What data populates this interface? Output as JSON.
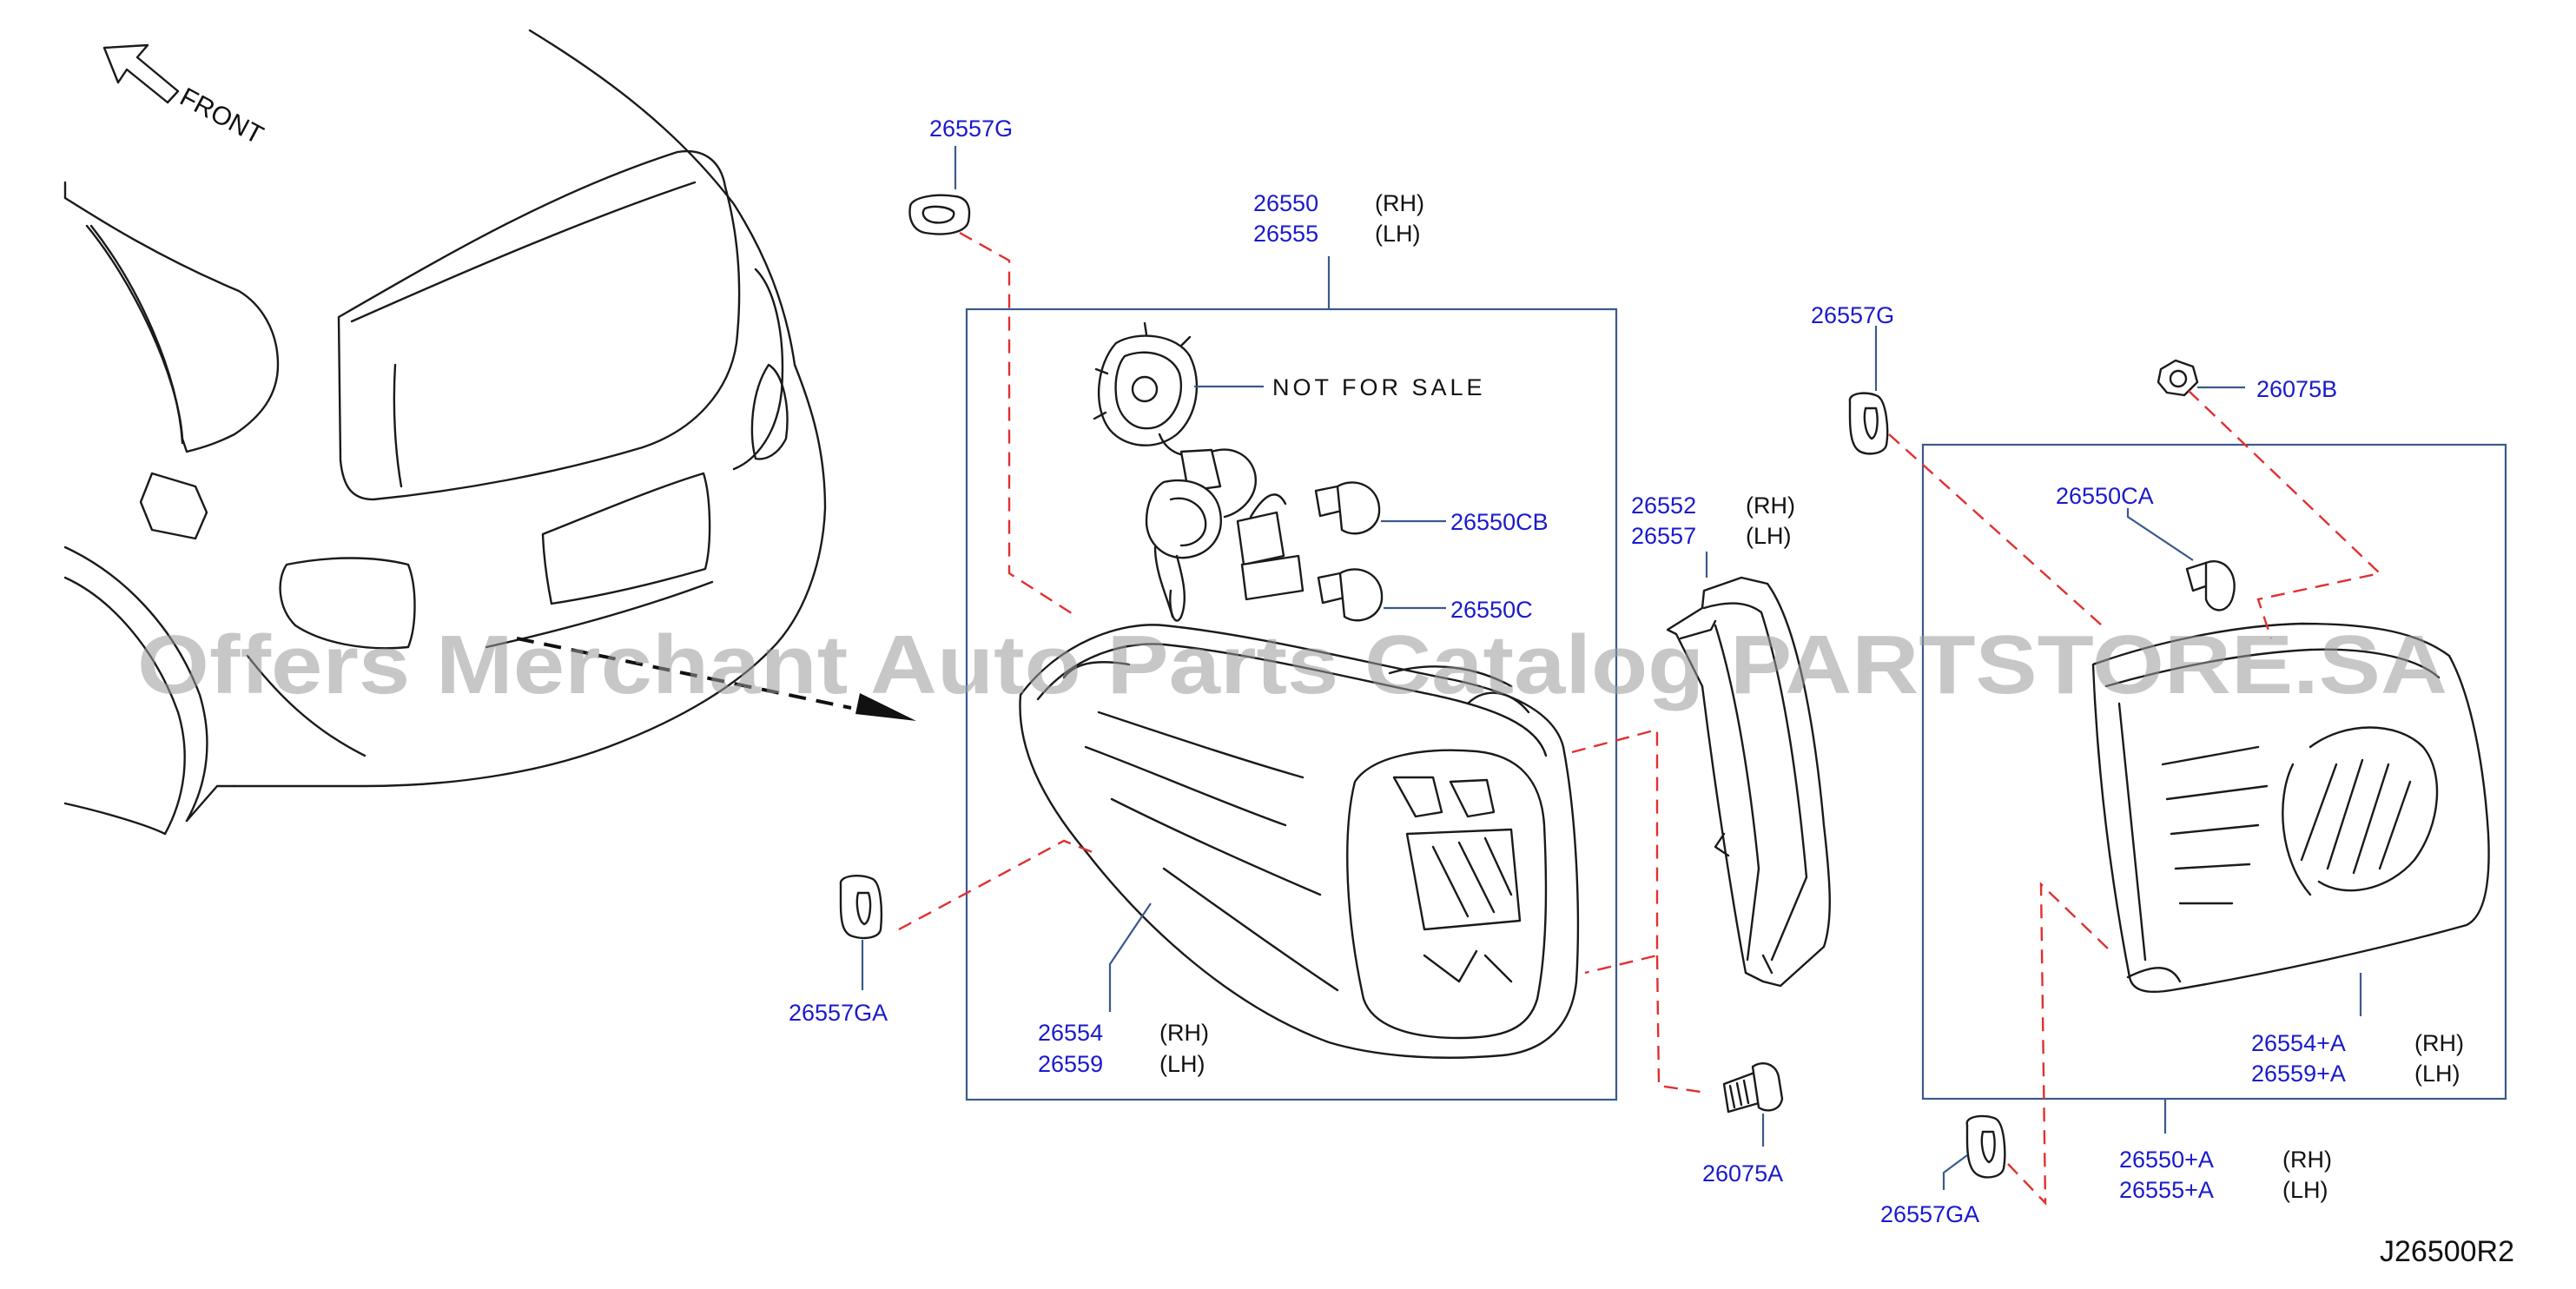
{
  "front_label": "FRONT",
  "not_for_sale": "NOT   FOR   SALE",
  "diagram_code": "J26500R2",
  "watermark": "Offers Merchant Auto Parts Catalog PARTSTORE.SA",
  "labels": {
    "p26557g_top": "26557G",
    "p26550": "26550",
    "p26550_side": "(RH)",
    "p26555": "26555",
    "p26555_side": "(LH)",
    "p26550cb": "26550CB",
    "p26550c": "26550C",
    "p26554": "26554",
    "p26554_side": "(RH)",
    "p26559": "26559",
    "p26559_side": "(LH)",
    "p26557ga_left": "26557GA",
    "p26552": "26552",
    "p26552_side": "(RH)",
    "p26557": "26557",
    "p26557_side": "(LH)",
    "p26075a": "26075A",
    "p26557g_right": "26557G",
    "p26075b": "26075B",
    "p26550ca": "26550CA",
    "p26554a": "26554+A",
    "p26554a_side": "(RH)",
    "p26559a": "26559+A",
    "p26559a_side": "(LH)",
    "p26550a": "26550+A",
    "p26550a_side": "(RH)",
    "p26555a": "26555+A",
    "p26555a_side": "(LH)",
    "p26557ga_bottom": "26557GA"
  },
  "colors": {
    "part_number": "#1a1acc",
    "callout_box": "#3a5a8c",
    "dashed_link": "#e03030",
    "line_art": "#1a1a1a"
  }
}
